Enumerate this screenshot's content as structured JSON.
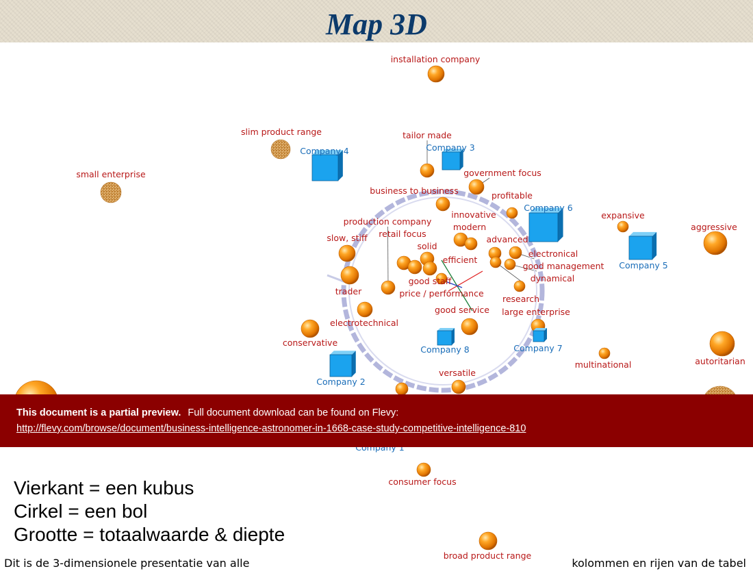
{
  "title": "Map 3D",
  "colors": {
    "title": "#0c3a6b",
    "attribute_label": "#b81818",
    "company_label": "#1a6db8",
    "cube_front": "#1ba3ee",
    "cube_top": "#7fd0f7",
    "cube_side": "#0b6fb0",
    "sphere": "#f08a10",
    "ring": "#b3b6dc",
    "banner": "#8b0000"
  },
  "diagram": {
    "attributes": [
      {
        "label": "installation company"
      },
      {
        "label": "slim product range"
      },
      {
        "label": "small enterprise"
      },
      {
        "label": "tailor made"
      },
      {
        "label": "government focus"
      },
      {
        "label": "business to business"
      },
      {
        "label": "profitable"
      },
      {
        "label": "innovative"
      },
      {
        "label": "modern"
      },
      {
        "label": "production company"
      },
      {
        "label": "retail focus"
      },
      {
        "label": "slow, stiff"
      },
      {
        "label": "solid"
      },
      {
        "label": "efficient"
      },
      {
        "label": "advanced"
      },
      {
        "label": "electronical"
      },
      {
        "label": "good management"
      },
      {
        "label": "dynamical"
      },
      {
        "label": "good staff"
      },
      {
        "label": "price / performance"
      },
      {
        "label": "trader"
      },
      {
        "label": "research"
      },
      {
        "label": "large enterprise"
      },
      {
        "label": "good service"
      },
      {
        "label": "electrotechnical"
      },
      {
        "label": "conservative"
      },
      {
        "label": "expansive"
      },
      {
        "label": "aggressive"
      },
      {
        "label": "multinational"
      },
      {
        "label": "autoritarian"
      },
      {
        "label": "versatile"
      },
      {
        "label": "consumer focus"
      },
      {
        "label": "broad product range"
      }
    ],
    "companies": [
      {
        "label": "Company 1"
      },
      {
        "label": "Company 2"
      },
      {
        "label": "Company 3"
      },
      {
        "label": "Company 4"
      },
      {
        "label": "Company 5"
      },
      {
        "label": "Company 6"
      },
      {
        "label": "Company 7"
      },
      {
        "label": "Company 8"
      }
    ]
  },
  "banner": {
    "bold": "This document is a partial preview.",
    "text": "Full document download can be found on Flevy:",
    "link": "http://flevy.com/browse/document/business-intelligence-astronomer-in-1668-case-study-competitive-intelligence-810"
  },
  "legend": [
    "Vierkant = een kubus",
    "Cirkel = een bol",
    "Grootte = totaalwaarde & diepte"
  ],
  "footer": {
    "left": "Dit is de 3-dimensionele presentatie van alle",
    "right": "kolommen en rijen van de tabel"
  }
}
